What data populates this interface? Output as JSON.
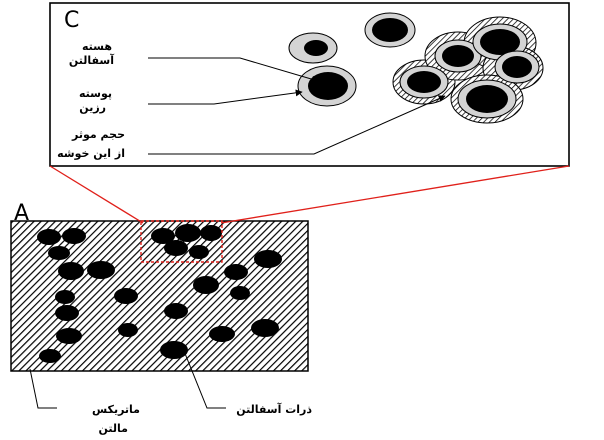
{
  "panels": {
    "zoom_letter": "C",
    "main_letter": "A"
  },
  "labels": {
    "asphaltene_core": [
      "هسته",
      "آسفالتن"
    ],
    "resin_shell": [
      "پوسته",
      "رزین"
    ],
    "effective_volume": [
      "حجم موثر",
      "از این خوشه"
    ],
    "maltene_matrix": [
      "ماتریکس",
      "مالتن"
    ],
    "asphaltene_particles": "ذرات آسفالتن"
  },
  "colors": {
    "highlight": "#e0201a",
    "particle": "#000000",
    "shell": "#cfcfcf",
    "hatch": "#000000"
  }
}
